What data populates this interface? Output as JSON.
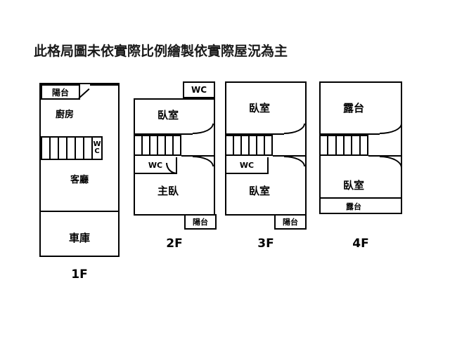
{
  "title": "此格局圖未依實際比例繪製依實際屋況為主",
  "floors": [
    {
      "id": "1f",
      "label": "1F",
      "rooms": [
        {
          "name": "balcony",
          "text": "陽台"
        },
        {
          "name": "kitchen",
          "text": "廚房"
        },
        {
          "name": "wc",
          "text": "WC",
          "letters": [
            "W",
            "C"
          ]
        },
        {
          "name": "living-room",
          "text": "客廳"
        },
        {
          "name": "garage",
          "text": "車庫"
        }
      ]
    },
    {
      "id": "2f",
      "label": "2F",
      "rooms": [
        {
          "name": "wc-top",
          "text": "WC"
        },
        {
          "name": "bedroom",
          "text": "臥室"
        },
        {
          "name": "wc-mid",
          "text": "WC"
        },
        {
          "name": "master-bedroom",
          "text": "主臥"
        },
        {
          "name": "balcony",
          "text": "陽台"
        }
      ]
    },
    {
      "id": "3f",
      "label": "3F",
      "rooms": [
        {
          "name": "bedroom-upper",
          "text": "臥室"
        },
        {
          "name": "wc-mid",
          "text": "WC"
        },
        {
          "name": "bedroom-lower",
          "text": "臥室"
        },
        {
          "name": "balcony",
          "text": "陽台"
        }
      ]
    },
    {
      "id": "4f",
      "label": "4F",
      "rooms": [
        {
          "name": "terrace-upper",
          "text": "露台"
        },
        {
          "name": "bedroom",
          "text": "臥室"
        },
        {
          "name": "terrace-lower",
          "text": "露台"
        }
      ]
    }
  ],
  "colors": {
    "line": "#000000",
    "background": "#ffffff",
    "text": "#1a1a1a"
  }
}
